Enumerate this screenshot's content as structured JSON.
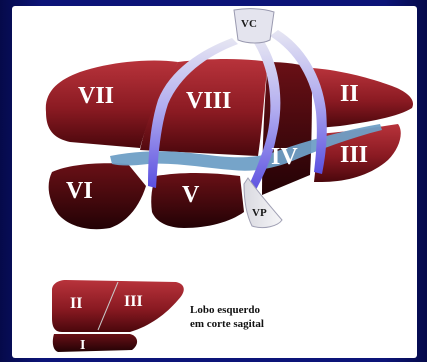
{
  "diagram": {
    "vessels": {
      "vena_cava_label": "VC",
      "portal_vein_label": "VP"
    },
    "segments": {
      "I": "I",
      "II": "II",
      "III": "III",
      "IV": "IV",
      "V": "V",
      "VI": "VI",
      "VII": "VII",
      "VIII": "VIII"
    },
    "inset": {
      "labels": {
        "II": "II",
        "III": "III",
        "I": "I"
      },
      "caption_line1": "Lobo esquerdo",
      "caption_line2": "em corte sagital"
    },
    "colors": {
      "background": "#0b0f5c",
      "liver_red": "#8a1a22",
      "liver_dark": "#3a0508",
      "hepatic_vein": "#7a6ee6",
      "portal_vein": "#6f9fc6"
    }
  }
}
